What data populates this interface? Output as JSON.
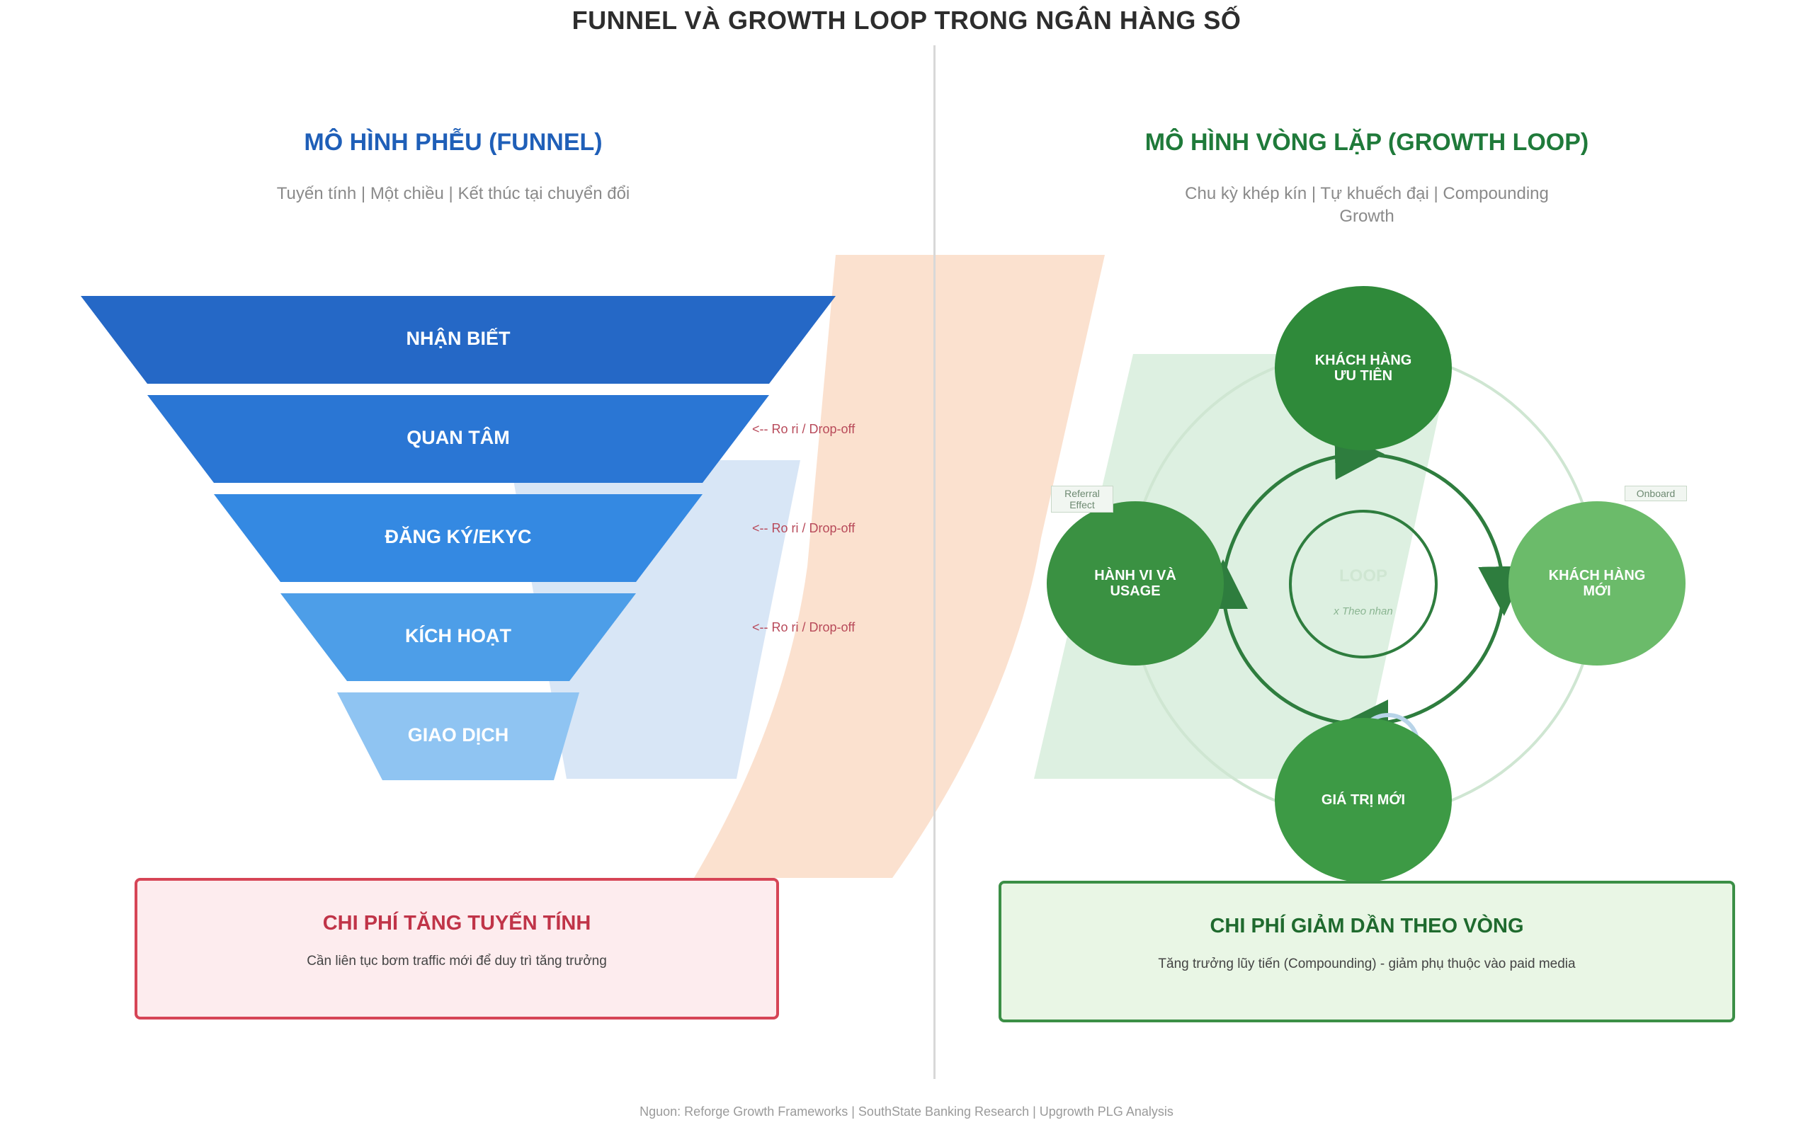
{
  "title": "FUNNEL VÀ GROWTH LOOP TRONG NGÂN HÀNG SỐ",
  "funnel": {
    "title": "MÔ HÌNH PHỄU (FUNNEL)",
    "subtitle": "Tuyến tính  |  Một chiều  |  Kết thúc tại chuyển đổi",
    "stages": [
      "NHẬN BIẾT",
      "QUAN TÂM",
      "ĐĂNG KÝ/EKYC",
      "KÍCH HOẠT",
      "GIAO DỊCH"
    ],
    "stage_colors": [
      "#2568c6",
      "#2a76d4",
      "#3489e2",
      "#4d9ee8",
      "#8fc4f2"
    ],
    "dropoff_label": "<-- Ro ri / Drop-off",
    "cost_box": {
      "title": "CHI PHÍ TĂNG TUYẾN TÍNH",
      "text": "Cần liên tục bơm traffic mới để duy trì tăng trưởng"
    }
  },
  "loop": {
    "title": "MÔ HÌNH VÒNG LẶP (GROWTH LOOP)",
    "subtitle": "Chu kỳ khép kín  |  Tự khuếch đại  |  Compounding Growth",
    "center_label": "LOOP",
    "center_sub": "x Theo nhan",
    "nodes": {
      "top": "KHÁCH HÀNG ƯU TIÊN",
      "right": "KHÁCH HÀNG MỚI",
      "bottom": "GIÁ TRỊ MỚI",
      "left": "HÀNH VI VÀ USAGE"
    },
    "node_colors": {
      "top": "#2f8a3a",
      "right": "#6bbb6a",
      "bottom": "#3d9a45",
      "left": "#3a9142"
    },
    "small_label_left": "Referral Effect",
    "small_label_right": "Onboard",
    "cost_box": {
      "title": "CHI PHÍ GIẢM DẦN THEO VÒNG",
      "text": "Tăng trưởng lũy tiến (Compounding) - giảm phụ thuộc vào paid media"
    }
  },
  "source": "Nguon: Reforge Growth Frameworks | SouthState Banking Research | Upgrowth PLG Analysis"
}
